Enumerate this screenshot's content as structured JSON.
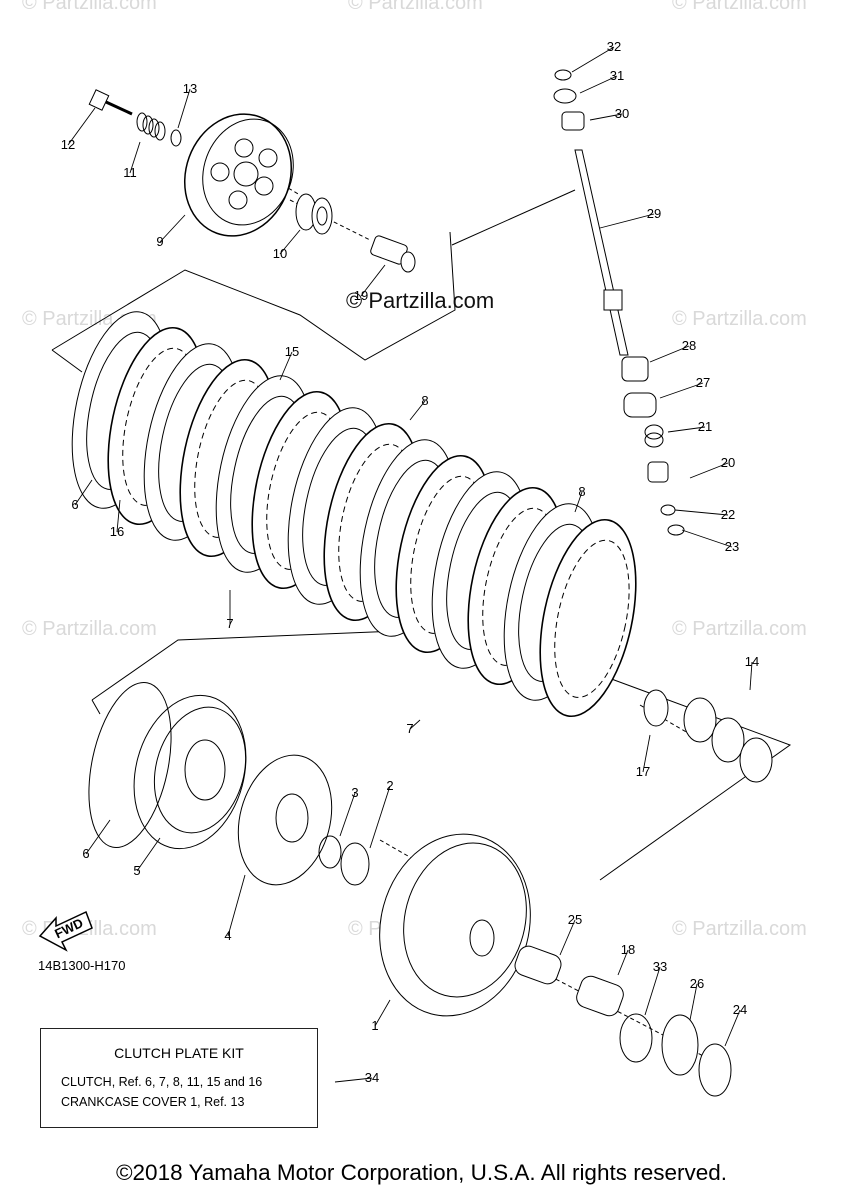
{
  "watermark": "© Partzilla.com",
  "main_watermark": "© Partzilla.com",
  "diagram_code": "14B1300-H170",
  "fwd_label": "FWD",
  "kit": {
    "title": "CLUTCH PLATE KIT",
    "line1": "CLUTCH, Ref.  6, 7, 8, 11, 15 and 16",
    "line2": "CRANKCASE COVER 1, Ref. 13",
    "ref": "34"
  },
  "copyright": "©2018 Yamaha Motor Corporation, U.S.A. All rights reserved.",
  "callouts": [
    "1",
    "2",
    "3",
    "4",
    "5",
    "6",
    "6",
    "7",
    "7",
    "8",
    "8",
    "9",
    "10",
    "11",
    "12",
    "13",
    "14",
    "15",
    "16",
    "17",
    "18",
    "19",
    "20",
    "21",
    "22",
    "23",
    "24",
    "25",
    "26",
    "27",
    "28",
    "29",
    "30",
    "31",
    "32",
    "33",
    "34"
  ]
}
